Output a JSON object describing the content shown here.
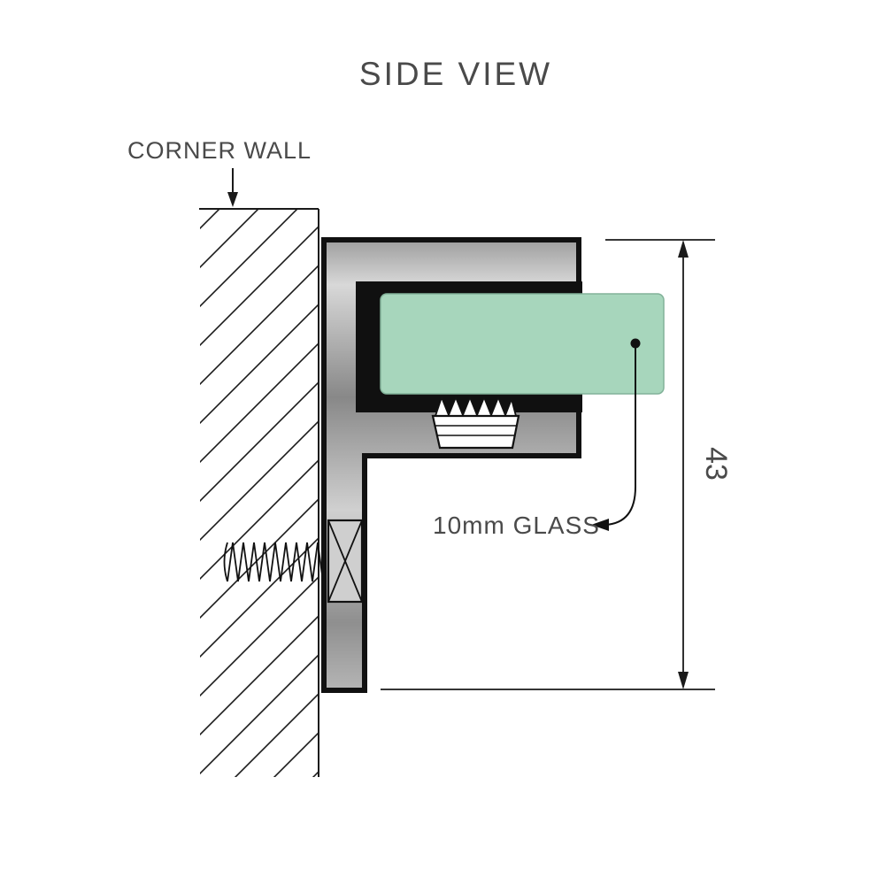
{
  "title": "SIDE VIEW",
  "labels": {
    "corner_wall": "CORNER WALL",
    "glass": "10mm GLASS",
    "dimension_height": "43"
  },
  "colors": {
    "text": "#4a4a4a",
    "line": "#1a1a1a",
    "glass_fill": "#a7d6bc",
    "glass_edge": "#82b299"
  },
  "diagram": {
    "type": "technical-drawing",
    "view_label": "SIDE VIEW",
    "glass_thickness": "10mm",
    "overall_height_mm": 43,
    "parts": [
      "corner wall",
      "glass clamp bracket",
      "glass panel",
      "fixing screw",
      "grub screw"
    ]
  }
}
